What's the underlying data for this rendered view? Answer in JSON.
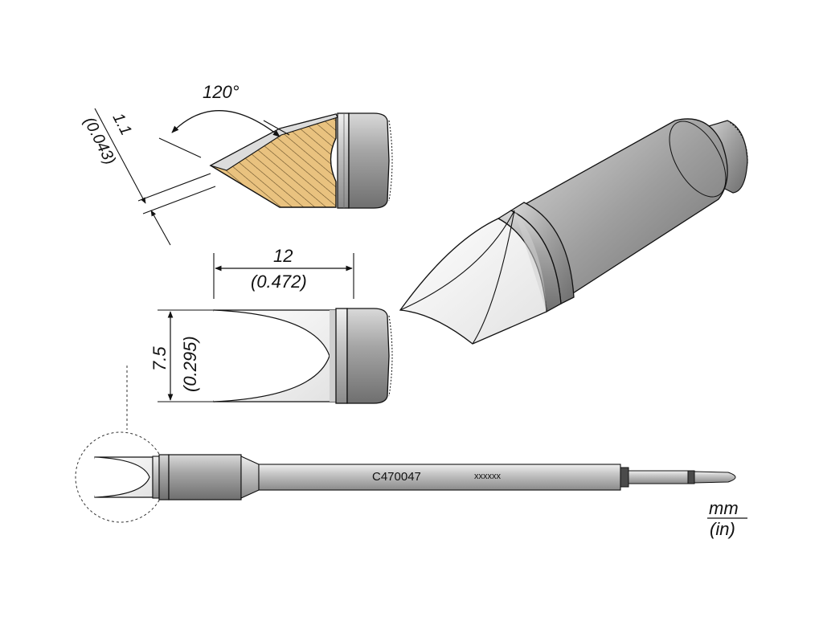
{
  "angle_label": "120°",
  "thickness": {
    "mm": "1.1",
    "in": "(0.043)"
  },
  "length": {
    "mm": "12",
    "in": "(0.472)"
  },
  "height": {
    "mm": "7.5",
    "in": "(0.295)"
  },
  "part_number": "C470047",
  "code_mark": "xxxxxx",
  "units": {
    "top": "mm",
    "bottom": "(in)"
  },
  "colors": {
    "hatch_fill": "#e9c27f",
    "body_gray": "#9a9a9a",
    "tip_white": "#f4f4f4",
    "outline": "#111111"
  }
}
